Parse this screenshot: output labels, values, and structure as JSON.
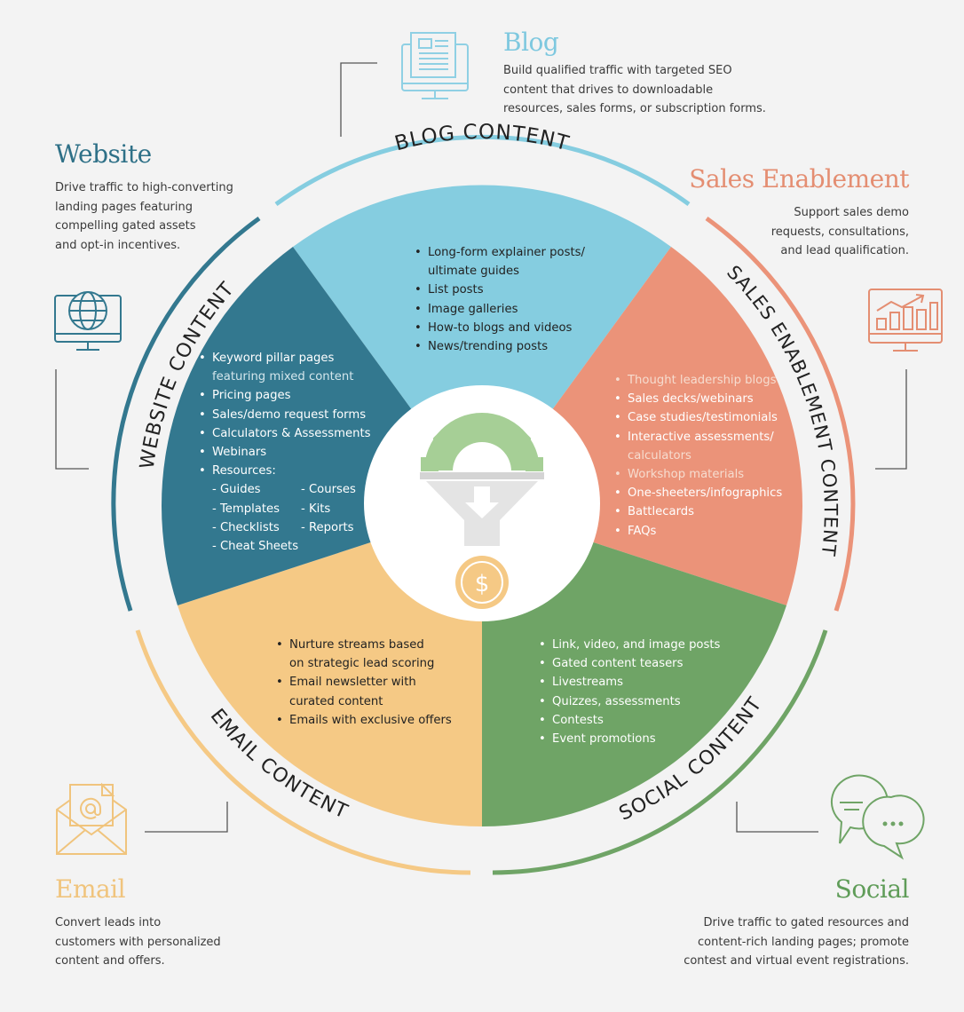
{
  "corners": {
    "blog": {
      "title": "Blog",
      "desc": [
        "Build qualified traffic with targeted SEO",
        "content that drives to downloadable",
        "resources, sales forms, or subscription forms."
      ],
      "icon": "monitor-document-icon",
      "color": "#7ec8df"
    },
    "website": {
      "title": "Website",
      "desc": [
        "Drive traffic to high-converting",
        "landing pages featuring",
        "compelling gated assets",
        "and opt-in incentives."
      ],
      "icon": "globe-monitor-icon",
      "color": "#2e7087"
    },
    "sales": {
      "title": "Sales Enablement",
      "desc": [
        "Support sales demo",
        "requests, consultations,",
        "and lead qualification."
      ],
      "icon": "growth-chart-monitor-icon",
      "color": "#e48e72"
    },
    "email": {
      "title": "Email",
      "desc": [
        "Convert leads into",
        "customers with personalized",
        "content and offers."
      ],
      "icon": "envelope-at-icon",
      "color": "#f0c47d"
    },
    "social": {
      "title": "Social",
      "desc": [
        "Drive traffic to gated resources and",
        "content-rich landing pages; promote",
        "contest and virtual event registrations."
      ],
      "icon": "chat-bubbles-icon",
      "color": "#5f9c58"
    }
  },
  "ring_labels": {
    "blog": "BLOG CONTENT",
    "website": "WEBSITE CONTENT",
    "sales": "SALES ENABLEMENT CONTENT",
    "email": "EMAIL CONTENT",
    "social": "SOCIAL CONTENT"
  },
  "segments": {
    "blog": {
      "color": "#85cde0",
      "items": [
        [
          "Long-form explainer posts/",
          "ultimate guides"
        ],
        [
          "List posts"
        ],
        [
          "Image galleries"
        ],
        [
          "How-to blogs and videos"
        ],
        [
          "News/trending posts"
        ]
      ]
    },
    "website": {
      "color": "#33788f",
      "items": [
        [
          "Keyword pillar pages",
          "featuring mixed content"
        ],
        [
          "Pricing pages"
        ],
        [
          "Sales/demo request forms"
        ],
        [
          "Calculators & Assessments"
        ],
        [
          "Webinars"
        ],
        [
          "Resources:"
        ]
      ],
      "resources": [
        [
          "- Guides",
          "- Courses"
        ],
        [
          "- Templates",
          "- Kits"
        ],
        [
          "- Checklists",
          "- Reports"
        ],
        [
          "- Cheat Sheets",
          ""
        ]
      ]
    },
    "sales": {
      "color": "#eb9379",
      "items": [
        [
          "Thought leadership blogs"
        ],
        [
          "Sales decks/webinars"
        ],
        [
          "Case studies/testimonials"
        ],
        [
          "Interactive assessments/",
          "calculators"
        ],
        [
          "Workshop materials"
        ],
        [
          "One-sheeters/infographics"
        ],
        [
          "Battlecards"
        ],
        [
          "FAQs"
        ]
      ]
    },
    "email": {
      "color": "#f5c985",
      "items": [
        [
          "Nurture streams based",
          "on strategic lead scoring"
        ],
        [
          "Email newsletter with",
          "curated content"
        ],
        [
          "Emails with exclusive offers"
        ]
      ]
    },
    "social": {
      "color": "#6fa466",
      "items": [
        [
          "Link, video, and image posts"
        ],
        [
          "Gated content teasers"
        ],
        [
          "Livestreams"
        ],
        [
          "Quizzes, assessments"
        ],
        [
          "Contests"
        ],
        [
          "Event promotions"
        ]
      ]
    }
  },
  "center": {
    "icon": "gear-funnel-dollar-icon",
    "coin_symbol": "$"
  }
}
